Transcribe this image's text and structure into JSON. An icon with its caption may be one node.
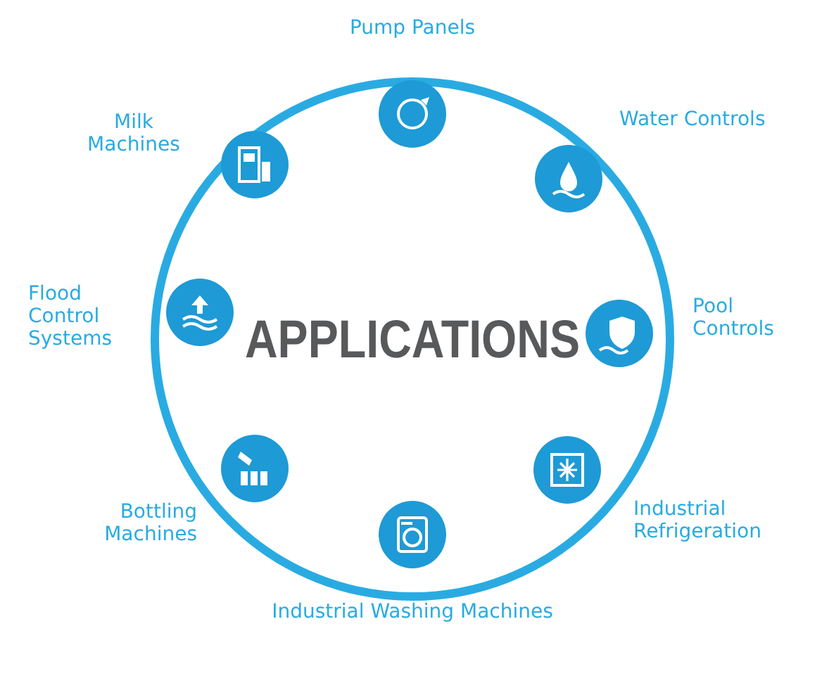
{
  "diagram": {
    "nodes": [
      {
        "text": [
          "APPLICATIONS"
        ]
      },
      {
        "text": [],
        "shape": "circle",
        "beside": [
          "Pump Panels"
        ],
        "in": 0
      },
      {
        "text": [],
        "shape": "circle",
        "beside": [
          "Water Controls"
        ],
        "in": 0
      },
      {
        "text": [],
        "shape": "circle",
        "beside": [
          "Pool Controls"
        ],
        "in": 0
      },
      {
        "text": [],
        "shape": "circle",
        "beside": [
          "Industrial Refrigeration"
        ],
        "in": 0
      },
      {
        "text": [],
        "shape": "circle",
        "beside": [
          "Industrial Washing Machines"
        ],
        "in": 0
      },
      {
        "text": [],
        "shape": "circle",
        "beside": [
          "Bottling Machines"
        ],
        "in": 0
      },
      {
        "text": [],
        "shape": "circle",
        "beside": [
          "Flood Control Systems"
        ],
        "in": 0
      },
      {
        "text": [],
        "shape": "circle",
        "beside": [
          "Milk Machines"
        ],
        "in": 0
      }
    ],
    "edges": []
  }
}
